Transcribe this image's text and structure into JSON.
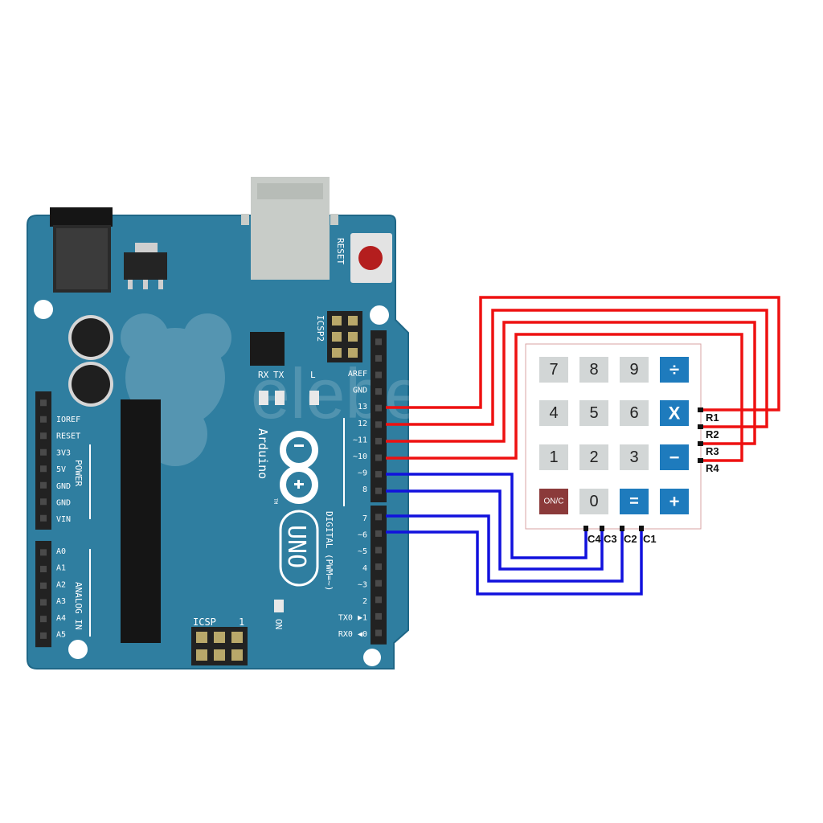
{
  "colors": {
    "board": "#2f7ea0",
    "board_edge": "#1f6787",
    "silk": "#ffffff",
    "header": "#222222",
    "key_gray": "#d2d6d6",
    "key_blue": "#1e7bbd",
    "key_onc": "#8b3a3a",
    "wire_row": "#ee1111",
    "wire_col": "#1111dd"
  },
  "watermark": "elebertic",
  "arduino": {
    "reset": "RESET",
    "icsp2": "ICSP2",
    "icsp": "ICSP",
    "pin1_mark": "1",
    "tx": "TX",
    "rx": "RX",
    "l": "L",
    "on": "ON",
    "brand": "Arduino",
    "tm": "TM",
    "model": "UNO",
    "digital_label": "DIGITAL (PWM=~)",
    "power_label": "POWER",
    "analog_label": "ANALOG IN",
    "power_pins": [
      "IOREF",
      "RESET",
      "3V3",
      "5V",
      "GND",
      "GND",
      "VIN"
    ],
    "analog_pins": [
      "A0",
      "A1",
      "A2",
      "A3",
      "A4",
      "A5"
    ],
    "top_header_pins": [
      "AREF",
      "GND",
      "13",
      "12",
      "~11",
      "~10",
      "~9",
      "8"
    ],
    "bottom_header_pins": [
      "7",
      "~6",
      "~5",
      "4",
      "~3",
      "2",
      "TX0 ▶1",
      "RX0 ◀0"
    ]
  },
  "keypad": {
    "keys": [
      [
        "7",
        "8",
        "9",
        "÷"
      ],
      [
        "4",
        "5",
        "6",
        "X"
      ],
      [
        "1",
        "2",
        "3",
        "−"
      ],
      [
        "ON/C",
        "0",
        "=",
        "+"
      ]
    ],
    "row_labels": [
      "R1",
      "R2",
      "R3",
      "R4"
    ],
    "col_labels": [
      "C4",
      "C3",
      "C2",
      "C1"
    ]
  }
}
